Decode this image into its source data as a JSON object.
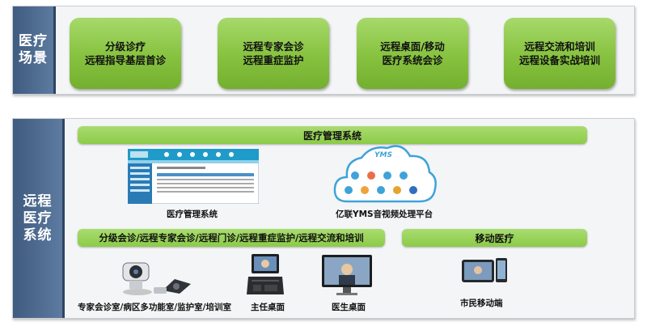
{
  "top": {
    "side_label": "医疗场景",
    "scenarios": [
      {
        "line1": "分级诊疗",
        "line2": "远程指导基层首诊"
      },
      {
        "line1": "远程专家会诊",
        "line2": "远程重症监护"
      },
      {
        "line1": "远程桌面/移动",
        "line2": "医疗系统会诊"
      },
      {
        "line1": "远程交流和培训",
        "line2": "远程设备实战培训"
      }
    ]
  },
  "bottom": {
    "side_label": "远程医疗系统",
    "management_bar": "医疗管理系统",
    "screen_caption": "医疗管理系统",
    "cloud_title": "YMS",
    "cloud_caption": "亿联YMS音视频处理平台",
    "consult_bar": "分级会诊/远程专家会诊/远程门诊/远程重症监护/远程交流和培训",
    "mobile_bar": "移动医疗",
    "devices": [
      {
        "caption": "专家会诊室/病区多功能室/监护室/培训室"
      },
      {
        "caption": "主任桌面"
      },
      {
        "caption": "医生桌面"
      },
      {
        "caption": "市民移动端"
      }
    ]
  },
  "colors": {
    "accent_green": "#8ccb48",
    "side_blue": "#4c6a90",
    "cloud_blue": "#3fa3d8"
  }
}
